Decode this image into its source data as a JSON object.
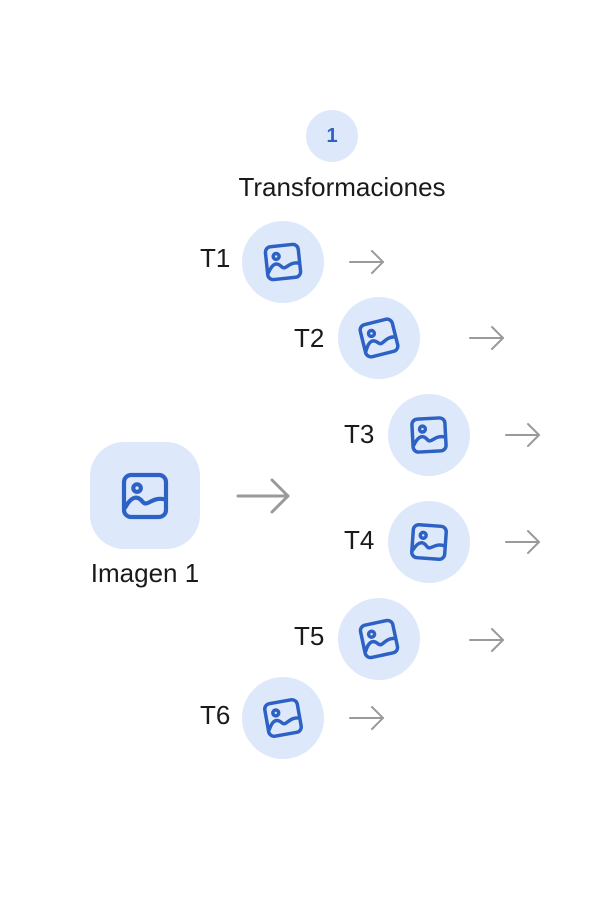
{
  "header": {
    "step_number": "1",
    "title": "Transformaciones"
  },
  "source": {
    "label": "Imagen 1",
    "icon": "image-icon"
  },
  "transforms": [
    {
      "label": "T1",
      "icon": "image-icon"
    },
    {
      "label": "T2",
      "icon": "image-icon"
    },
    {
      "label": "T3",
      "icon": "image-icon"
    },
    {
      "label": "T4",
      "icon": "image-icon"
    },
    {
      "label": "T5",
      "icon": "image-icon"
    },
    {
      "label": "T6",
      "icon": "image-icon"
    }
  ],
  "colors": {
    "node_fill": "#dde9fb",
    "icon_stroke": "#2d62c4",
    "arrow": "#9a9a9a"
  }
}
